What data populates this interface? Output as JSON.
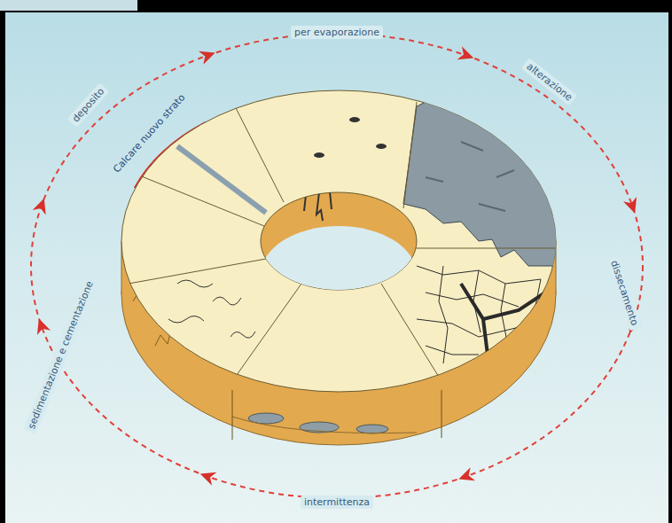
{
  "diagram": {
    "labels": [
      "per evaporazione",
      "alterazione",
      "dissecamento",
      "intermittenza",
      "sedimentazione e cementazione",
      "deposito",
      "Calcare nuovo strato"
    ]
  }
}
